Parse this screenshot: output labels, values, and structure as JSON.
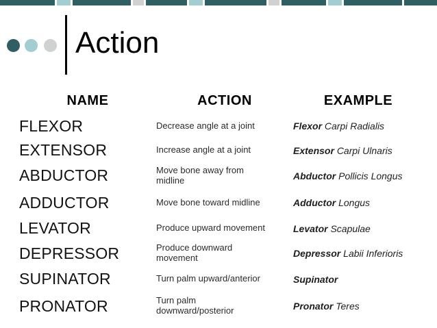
{
  "slide": {
    "title": "Action",
    "decor": {
      "colors": {
        "dark_teal": "#305F63",
        "light_teal": "#A3CED1",
        "grey": "#D0D2D2"
      },
      "top_bar_segments": [
        {
          "w": 80,
          "c": "dark_teal"
        },
        {
          "w": 20,
          "c": "light_teal"
        },
        {
          "w": 85,
          "c": "dark_teal"
        },
        {
          "w": 16,
          "c": "grey"
        },
        {
          "w": 60,
          "c": "dark_teal"
        },
        {
          "w": 20,
          "c": "light_teal"
        },
        {
          "w": 90,
          "c": "dark_teal"
        },
        {
          "w": 16,
          "c": "grey"
        },
        {
          "w": 65,
          "c": "dark_teal"
        },
        {
          "w": 20,
          "c": "light_teal"
        },
        {
          "w": 85,
          "c": "dark_teal"
        },
        {
          "w": 48,
          "c": "dark_teal"
        }
      ]
    },
    "table": {
      "headers": [
        "NAME",
        "ACTION",
        "EXAMPLE"
      ],
      "rows": [
        {
          "name": "FLEXOR",
          "action": "Decrease angle at a joint",
          "example_bold": "Flexor",
          "example_rest": "Carpi Radialis"
        },
        {
          "name": "EXTENSOR",
          "action": "Increase angle at a joint",
          "example_bold": "Extensor",
          "example_rest": "Carpi Ulnaris"
        },
        {
          "name": "ABDUCTOR",
          "action": "Move bone away from\nmidline",
          "example_bold": "Abductor",
          "example_rest": "Pollicis Longus"
        },
        {
          "name": "ADDUCTOR",
          "action": "Move bone toward midline",
          "example_bold": "Adductor",
          "example_rest": "Longus"
        },
        {
          "name": "LEVATOR",
          "action": "Produce upward movement",
          "example_bold": "Levator",
          "example_rest": "Scapulae"
        },
        {
          "name": "DEPRESSOR",
          "action": "Produce downward\nmovement",
          "example_bold": "Depressor",
          "example_rest": "Labii Inferioris"
        },
        {
          "name": "SUPINATOR",
          "action": "Turn palm upward/anterior",
          "example_bold": "Supinator",
          "example_rest": ""
        },
        {
          "name": "PRONATOR",
          "action": "Turn palm\ndownward/posterior",
          "example_bold": "Pronator",
          "example_rest": "Teres"
        }
      ]
    }
  }
}
